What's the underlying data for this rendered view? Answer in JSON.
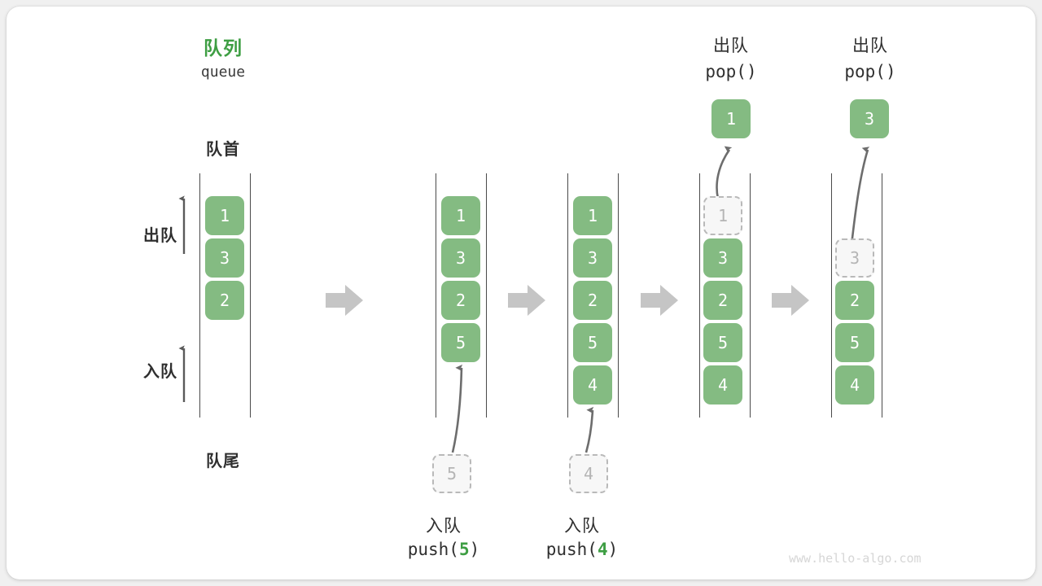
{
  "diagram": {
    "title_cn": "队列",
    "title_en": "queue",
    "front_label": "队首",
    "rear_label": "队尾",
    "dequeue_label": "出队",
    "enqueue_label": "入队",
    "watermark": "www.hello-algo.com",
    "accent_color": "#3e9e43",
    "cell_color": "#84bb82",
    "ghost_color": "#b5b5b5",
    "arrow_color": "#c5c5c5",
    "line_color": "#4a4a4a"
  },
  "panels": [
    {
      "id": "initial",
      "caption_cn": "",
      "caption_code_prefix": "",
      "caption_code_arg": "",
      "caption_code_suffix": "",
      "cells": [
        {
          "value": "1",
          "state": "filled"
        },
        {
          "value": "3",
          "state": "filled"
        },
        {
          "value": "2",
          "state": "filled"
        }
      ]
    },
    {
      "id": "push-5",
      "caption_cn": "入队",
      "caption_code_prefix": "push(",
      "caption_code_arg": "5",
      "caption_code_suffix": ")",
      "incoming_value": "5",
      "cells": [
        {
          "value": "1",
          "state": "filled"
        },
        {
          "value": "3",
          "state": "filled"
        },
        {
          "value": "2",
          "state": "filled"
        },
        {
          "value": "5",
          "state": "filled"
        }
      ]
    },
    {
      "id": "push-4",
      "caption_cn": "入队",
      "caption_code_prefix": "push(",
      "caption_code_arg": "4",
      "caption_code_suffix": ")",
      "incoming_value": "4",
      "cells": [
        {
          "value": "1",
          "state": "filled"
        },
        {
          "value": "3",
          "state": "filled"
        },
        {
          "value": "2",
          "state": "filled"
        },
        {
          "value": "5",
          "state": "filled"
        },
        {
          "value": "4",
          "state": "filled"
        }
      ]
    },
    {
      "id": "pop-1",
      "header_cn": "出队",
      "header_code_prefix": "pop(",
      "header_code_arg": "",
      "header_code_suffix": ")",
      "popped_value": "1",
      "cells": [
        {
          "value": "1",
          "state": "ghost"
        },
        {
          "value": "3",
          "state": "filled"
        },
        {
          "value": "2",
          "state": "filled"
        },
        {
          "value": "5",
          "state": "filled"
        },
        {
          "value": "4",
          "state": "filled"
        }
      ]
    },
    {
      "id": "pop-3",
      "header_cn": "出队",
      "header_code_prefix": "pop(",
      "header_code_arg": "",
      "header_code_suffix": ")",
      "popped_value": "3",
      "cells": [
        {
          "value": "3",
          "state": "ghost"
        },
        {
          "value": "2",
          "state": "filled"
        },
        {
          "value": "5",
          "state": "filled"
        },
        {
          "value": "4",
          "state": "filled"
        }
      ]
    }
  ]
}
